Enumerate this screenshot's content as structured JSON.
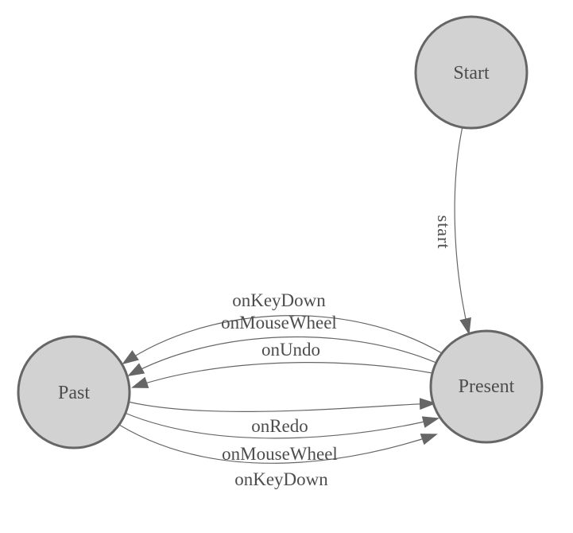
{
  "diagram": {
    "type": "state-machine",
    "colors": {
      "background": "#ffffff",
      "node-fill": "#d2d2d2",
      "node-stroke": "#666666",
      "edge-stroke": "#666666",
      "arrow-fill": "#666666",
      "label-text": "#4d4d4d"
    },
    "nodes": [
      {
        "id": "start",
        "label": "Start"
      },
      {
        "id": "present",
        "label": "Present"
      },
      {
        "id": "past",
        "label": "Past"
      }
    ],
    "edges": [
      {
        "from": "Start",
        "to": "Present",
        "label": "start"
      },
      {
        "from": "Present",
        "to": "Past",
        "label": "onKeyDown"
      },
      {
        "from": "Present",
        "to": "Past",
        "label": "onMouseWheel"
      },
      {
        "from": "Present",
        "to": "Past",
        "label": "onUndo"
      },
      {
        "from": "Past",
        "to": "Present",
        "label": "onRedo"
      },
      {
        "from": "Past",
        "to": "Present",
        "label": "onMouseWheel"
      },
      {
        "from": "Past",
        "to": "Present",
        "label": "onKeyDown"
      }
    ]
  }
}
